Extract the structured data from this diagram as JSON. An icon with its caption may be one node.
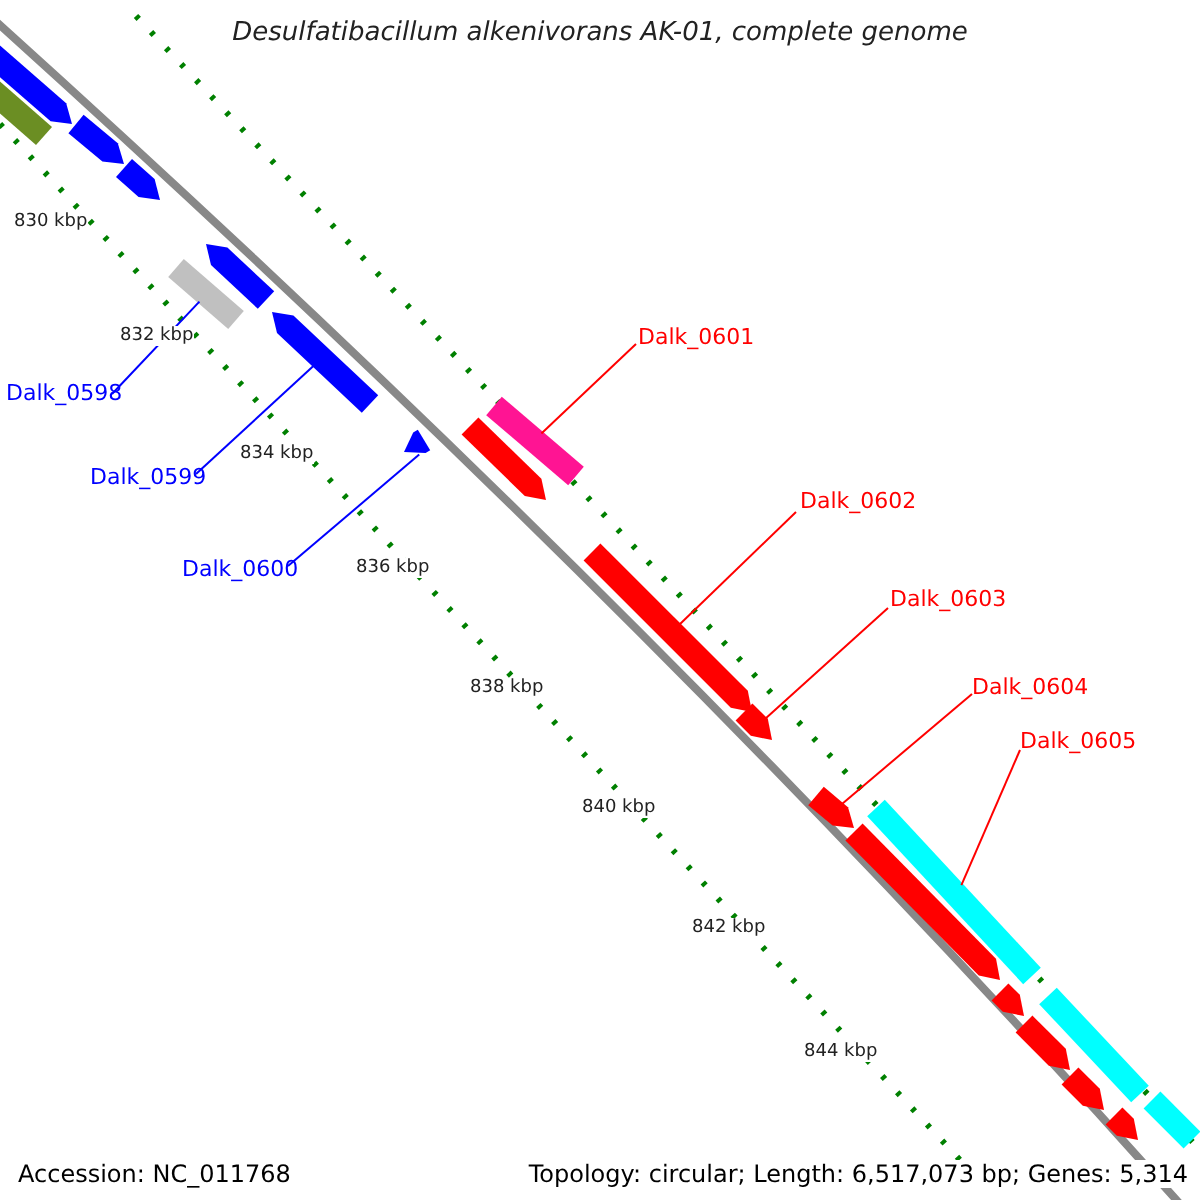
{
  "diagram": {
    "title": "Desulfatibacillum alkenivorans AK-01, complete genome",
    "nodes": [
      {
        "text": [
          "Dalk_0598"
        ]
      },
      {
        "text": [
          "Dalk_0599"
        ]
      },
      {
        "text": [
          "Dalk_0600"
        ]
      },
      {
        "text": [
          "Dalk_0601"
        ]
      },
      {
        "text": [
          "Dalk_0602"
        ]
      },
      {
        "text": [
          "Dalk_0603"
        ]
      },
      {
        "text": [
          "Dalk_0604"
        ]
      },
      {
        "text": [
          "Dalk_0605"
        ]
      },
      {
        "text": [],
        "shape": "bar"
      },
      {
        "text": [],
        "shape": "bar"
      },
      {
        "text": [],
        "shape": "bar"
      },
      {
        "text": [],
        "shape": "bar"
      },
      {
        "text": [],
        "shape": "bar"
      },
      {
        "text": [],
        "shape": "bar"
      },
      {
        "text": [],
        "shape": "bar"
      },
      {
        "text": [],
        "shape": "bar"
      },
      {
        "text": [],
        "shape": "bar"
      },
      {
        "text": [],
        "shape": "bar"
      },
      {
        "text": [],
        "shape": "bar"
      },
      {
        "text": [],
        "shape": "bar"
      },
      {
        "text": [],
        "shape": "bar"
      },
      {
        "text": [],
        "shape": "bar"
      },
      {
        "text": [],
        "shape": "bar"
      },
      {
        "text": [],
        "shape": "bar"
      },
      {
        "text": [],
        "shape": "bar"
      },
      {
        "text": [],
        "shape": "bar"
      },
      {
        "text": [],
        "shape": "bar"
      },
      {
        "text": [],
        "shape": "bar"
      },
      {
        "text": [],
        "shape": "bar"
      }
    ],
    "edges": [
      {
        "from": 0,
        "to": 12,
        "arrow": "none",
        "color": "#0000ff"
      },
      {
        "from": 1,
        "to": 14,
        "arrow": "none",
        "color": "#0000ff"
      },
      {
        "from": 2,
        "to": 17,
        "arrow": "none",
        "color": "#0000ff"
      },
      {
        "from": 3,
        "to": 15,
        "arrow": "none"
      },
      {
        "from": 4,
        "to": 18,
        "arrow": "none"
      },
      {
        "from": 5,
        "to": 19,
        "arrow": "none"
      },
      {
        "from": 6,
        "to": 20,
        "arrow": "none"
      },
      {
        "from": 7,
        "to": 21,
        "arrow": "none"
      }
    ],
    "labels": [
      "830 kbp",
      "832 kbp",
      "834 kbp",
      "836 kbp",
      "838 kbp",
      "840 kbp",
      "842 kbp",
      "844 kbp",
      "Accession: NC_011768",
      "Topology: circular; Length: 6,517,073 bp; Genes: 5,314"
    ]
  }
}
